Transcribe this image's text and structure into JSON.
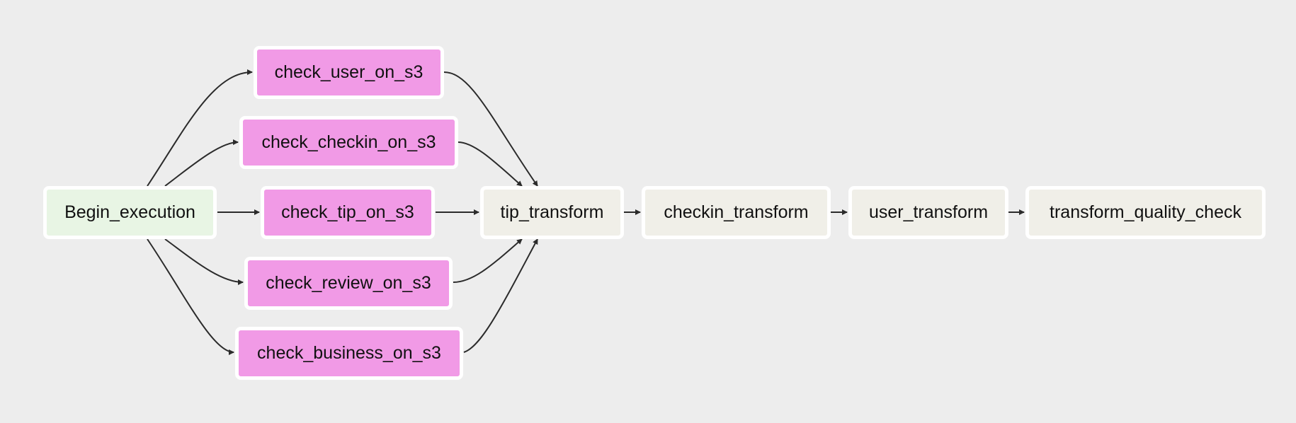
{
  "colors": {
    "background": "#ededed",
    "start_node": "#e8f5e4",
    "sensor_node": "#f19ae6",
    "operator_node": "#f0efe8",
    "node_border": "#ffffff",
    "edge": "#2b2b2b"
  },
  "nodes": [
    {
      "id": "begin",
      "label": "Begin_execution",
      "kind": "start_node"
    },
    {
      "id": "user_s3",
      "label": "check_user_on_s3",
      "kind": "sensor_node"
    },
    {
      "id": "checkin_s3",
      "label": "check_checkin_on_s3",
      "kind": "sensor_node"
    },
    {
      "id": "tip_s3",
      "label": "check_tip_on_s3",
      "kind": "sensor_node"
    },
    {
      "id": "review_s3",
      "label": "check_review_on_s3",
      "kind": "sensor_node"
    },
    {
      "id": "business_s3",
      "label": "check_business_on_s3",
      "kind": "sensor_node"
    },
    {
      "id": "tip_transform",
      "label": "tip_transform",
      "kind": "operator_node"
    },
    {
      "id": "checkin_transform",
      "label": "checkin_transform",
      "kind": "operator_node"
    },
    {
      "id": "user_transform",
      "label": "user_transform",
      "kind": "operator_node"
    },
    {
      "id": "quality_check",
      "label": "transform_quality_check",
      "kind": "operator_node"
    }
  ],
  "edges": [
    {
      "from": "begin",
      "to": "user_s3"
    },
    {
      "from": "begin",
      "to": "checkin_s3"
    },
    {
      "from": "begin",
      "to": "tip_s3"
    },
    {
      "from": "begin",
      "to": "review_s3"
    },
    {
      "from": "begin",
      "to": "business_s3"
    },
    {
      "from": "user_s3",
      "to": "tip_transform"
    },
    {
      "from": "checkin_s3",
      "to": "tip_transform"
    },
    {
      "from": "tip_s3",
      "to": "tip_transform"
    },
    {
      "from": "review_s3",
      "to": "tip_transform"
    },
    {
      "from": "business_s3",
      "to": "tip_transform"
    },
    {
      "from": "tip_transform",
      "to": "checkin_transform"
    },
    {
      "from": "checkin_transform",
      "to": "user_transform"
    },
    {
      "from": "user_transform",
      "to": "quality_check"
    }
  ]
}
